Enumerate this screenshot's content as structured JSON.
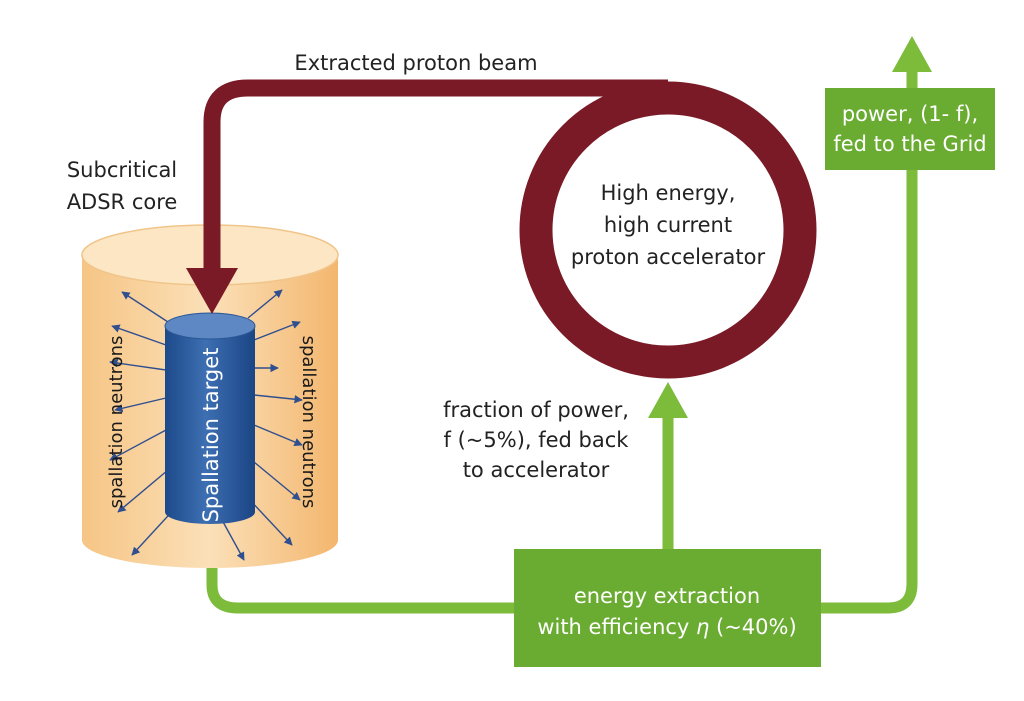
{
  "labels": {
    "beam": "Extracted proton beam",
    "core_line1": "Subcritical",
    "core_line2": "ADSR core",
    "accel_line1": "High energy,",
    "accel_line2": "high current",
    "accel_line3": "proton accelerator",
    "target": "Spallation target",
    "neutrons_left": "spallation neutrons",
    "neutrons_right": "spallation neutrons",
    "feedback_line1": "fraction of power,",
    "feedback_line2": "f (~5%), fed back",
    "feedback_line3": "to accelerator",
    "grid_line1": "power, (1- f),",
    "grid_line2": "fed to the Grid",
    "extraction_line1": "energy extraction",
    "extraction_line2_pre": "with efficiency ",
    "extraction_line2_eta": "η",
    "extraction_line2_post": " (~40%)"
  },
  "colors": {
    "beam": "#7a1a26",
    "power": "#7dbb3b",
    "box": "#6aab32",
    "core_top": "#fbe3c0",
    "core_bottom": "#f2b266",
    "target_light": "#4a78b8",
    "target_dark": "#1e4c8e",
    "neutron_arrow": "#2f4f8f"
  }
}
